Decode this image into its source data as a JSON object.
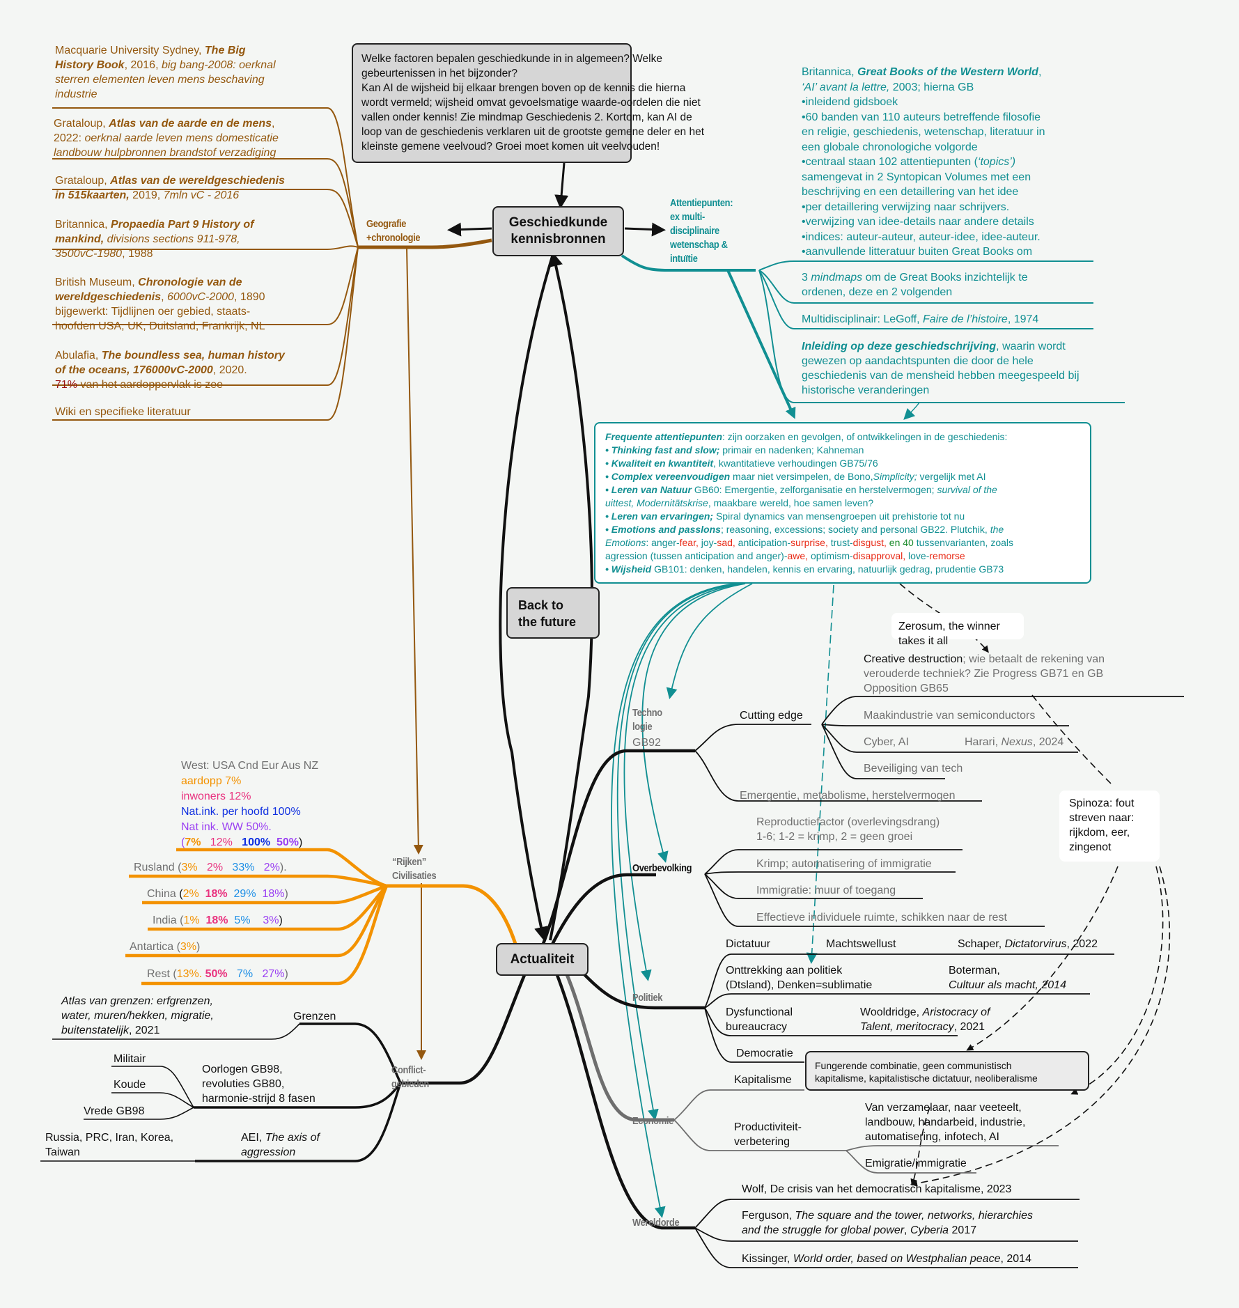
{
  "question_box": {
    "lines": [
      "Welke factoren bepalen geschiedkunde in in algemeen? Welke",
      "gebeurtenissen in het bijzonder?",
      "Kan AI de wijsheid bij elkaar brengen boven op de kennis die hierna",
      "wordt vermeld; wijsheid omvat gevoelsmatige waarde-oordelen die niet",
      "vallen onder kennis! Zie mindmap Geschiedenis 2. Kortom, kan AI de",
      "loop van de geschiedenis verklaren uit de grootste gemene deler en het",
      "kleinste gemene veelvoud? Groei moet komen uit veelvouden!"
    ]
  },
  "central": {
    "main": "Geschiedkunde kennisbronnen",
    "main_line1": "Geschiedkunde",
    "main_line2": "kennisbronnen",
    "back_line1": "Back to",
    "back_line2": "the future",
    "actualiteit": "Actualiteit"
  },
  "geografie": {
    "label_line1": "Geografie",
    "label_line2": "+chronologie",
    "sources": [
      {
        "a": "Macquarie University Sydney, ",
        "b": "The Big",
        "c": "History Book",
        ", ": "",
        "d": ", 2016, ",
        "e": "big bang-2008: oerknal",
        "f": "sterren elementen leven mens beschaving",
        "g": "industrie"
      },
      {
        "a": "Grataloup, ",
        "b": "Atlas van de aarde en de mens",
        "c": ",",
        "d": "2022: ",
        "e": "oerknal aarde leven mens domesticatie",
        "f": "landbouw hulpbronnen brandstof verzadiging"
      },
      {
        "a": "Grataloup, ",
        "b": "Atlas van de wereldgeschiedenis",
        "c": "in 515kaarten,",
        "d": " 2019, ",
        "e": "7mln vC - 2016"
      },
      {
        "a": "Britannica, ",
        "b": "Propaedia Part 9 History of",
        "c": "mankind,",
        "d": " divisions sections 911-978,",
        "e": "3500vC-1980",
        ",": "",
        "f": ",  1988"
      },
      {
        "a": "British Museum, ",
        "b": "Chronologie van de",
        "c": "wereldgeschiedenis",
        ", ": "",
        "d": ", ",
        "e": "6000vC-2000",
        "f": ", 1890",
        "g": "bijgewerkt: Tijdlijnen oer gebied, staats-",
        "h": "hoofden USA, UK, Duitsland, Frankrijk, NL"
      },
      {
        "a": "Abulafia, ",
        "b": "The boundless sea, human history",
        "c": "of the oceans, 176000vC-2000",
        "d": ", 2020.",
        "e": "71%",
        "f": " van het aardoppervlak is zee"
      },
      {
        "a": "Wiki en specifieke literatuur"
      }
    ]
  },
  "attentiepunten": {
    "label_lines": [
      "Attentiepunten:",
      "ex multi-",
      "disciplinaire",
      "wetenschap &",
      "intuïtie"
    ],
    "britannica": {
      "l1a": "Britannica, ",
      "l1b": "Great Books of the Western World",
      ",": ",",
      "l2a": "‘AI’ avant la lettre,",
      "l2b": " 2003; hierna GB",
      "bullets": [
        "•inleidend gidsboek",
        "•60 banden van 110 auteurs betreffende filosofie",
        "en religie, geschiedenis, wetenschap, literatuur in",
        "een globale chronologiche volgorde",
        "•centraal staan 102 attentiepunten (",
        "‘topics’)",
        "samengevat in 2 Syntopican Volumes met  een",
        "beschrijving en een detaillering van het idee",
        "•per detaillering verwijzing naar schrijvers.",
        "•verwijzing van idee-details naar andere details",
        "•indices: auteur-auteur, auteur-idee, idee-auteur.",
        "•aanvullende litteratuur buiten Great Books om"
      ]
    },
    "mindmaps": {
      "a": "3 ",
      "b": "mindmaps",
      "c": " om de Great Books inzichtelijk te",
      "d": "ordenen, deze en 2 volgenden"
    },
    "multi": {
      "a": "Multidisciplinair: LeGoff, ",
      "b": "Faire de l’histoire",
      "c": ", 1974"
    },
    "inleiding": {
      "a": "Inleiding op deze geschiedschrijving",
      "b": ", waarin wordt",
      "c": "gewezen op aandachtspunten die door de hele",
      "d": "geschiedenis van de mensheid hebben meegespeeld bij",
      "e": "historische veranderingen"
    }
  },
  "frequent_box": {
    "head_b": "Frequente attentiepunten",
    "head_r": ": zijn oorzaken en gevolgen, of ontwikkelingen in de geschiedenis:",
    "i1b": "• Thinking fast and slow;",
    "i1r": " primair en nadenken; Kahneman",
    "i2b": "• Kwaliteit en kwantiteit",
    "i2r": ", kwantitatieve verhoudingen GB75/76",
    "i3b": "• Complex vereenvoudigen",
    "i3r": " maar niet versimpelen, de Bono,",
    "i3i": "Simplicity;",
    "i3s": " vergelijk met AI",
    "i4b": "• Leren van Natuur",
    "i4r": " GB60: Emergentie, zelforganisatie en herstelvermogen; ",
    "i4i": "survival of the",
    "i4c1": "uittest, Modernitätskrise",
    "i4c2": ", maakbare wereld, hoe samen leven?",
    "i5b": "• Leren van ervaringen;",
    "i5r": " Spiral dynamics van mensengroepen uit prehistorie tot nu",
    "i6b": "• Emotions and  passlons",
    "i6r": "; reasoning, excessions; society and personal GB22. Plutchik, ",
    "i6i": "the",
    "e_i": "Emotions",
    "e1": ": anger-",
    "e2": "fear,",
    "e3": " joy-",
    "e4": "sad,",
    "e5": " anticipation-",
    "e6": "surprise,",
    "e7": " trust-",
    "e8": "disgust,",
    "e9": " en 40",
    "e10": " tussenvarianten, zoals",
    "f1": "agression (tussen anticipation and anger)-",
    "f2": "awe,",
    "f3": " optimism-",
    "f4": "disapproval,",
    "f5": " love-",
    "f6": "remorse",
    "i7b": "• Wijsheid",
    "i7r": " GB101: denken, handelen, kennis en ervaring, natuurlijk gedrag, prudentie GB73"
  },
  "callouts": {
    "zerosum": "Zerosum, the winner takes it all",
    "spinoza": [
      "Spinoza: fout",
      "streven naar:",
      "rijkdom, eer,",
      "zingenot"
    ],
    "fungerende": [
      "Fungerende combinatie, geen communistisch",
      "kapitalisme, kapitalistische dictatuur, neoliberalisme"
    ]
  },
  "technologie": {
    "label": [
      "Techno",
      "logie"
    ],
    "label_sub": "GB92",
    "cutting_edge": "Cutting edge",
    "creative_a": "Creative destruction",
    "creative_b": "; wie betaalt de rekening van",
    "creative_c": "verouderde techniek? Zie Progress GB71 en GB",
    "creative_d": "Opposition GB65",
    "items": [
      "Maakindustrie van semiconductors",
      "Cyber, AI",
      "Beveiliging van tech"
    ],
    "harari_a": "Harari, ",
    "harari_b": "Nexus",
    "harari_c": ", 2024",
    "emergentie": "Emergentie, metabolisme, herstelvermogen"
  },
  "overbevolking": {
    "label": "Overbevolking",
    "items": [
      "Reproductiefactor (overlevingsdrang)",
      "1-6; 1-2 = krimp, 2 = geen groei",
      "Krimp; automatisering of immigratie",
      "Immigratie: muur of toegang",
      "Effectieve individuele ruimte, schikken naar de rest"
    ]
  },
  "politiek": {
    "label": "Politiek",
    "dictatuur": "Dictatuur",
    "machtswellust": "Machtswellust",
    "schaper_a": "Schaper, ",
    "schaper_b": "Dictatorvirus",
    ", 2022": "",
    "schaper_c": ", 2022",
    "onttrekking": [
      "Onttrekking aan politiek",
      "(Dtsland), Denken=sublimatie"
    ],
    "boterman": [
      "Boterman,",
      "Cultuur als macht, 2014"
    ],
    "dysfunctional": [
      "Dysfunctional",
      "bureaucracy"
    ],
    "wooldridge_a": "Wooldridge, ",
    "wooldridge_b": "Aristocracy of",
    "wooldridge_c": "Talent, meritocracy",
    "wooldridge_d": ", 2021",
    "democratie": "Democratie"
  },
  "economie": {
    "label": "Economie",
    "kapitalisme": "Kapitalisme",
    "productiviteit": [
      "Productiviteit-",
      "verbetering"
    ],
    "verzamelaar": [
      "Van verzamelaar, naar veeteelt,",
      "landbouw, handarbeid, industrie,",
      "automatisering, infotech, AI"
    ],
    "emigratie": "Emigratie/immigratie"
  },
  "wereldorde": {
    "label": "Wereldorde",
    "wolf": "Wolf, De crisis van het democratisch kapitalisme, 2023",
    "ferguson_a": "Ferguson, ",
    "ferguson_b": "The square and the tower, networks, hierarchies",
    "ferguson_c": "and the struggle for global power",
    "ferguson_d": ", ",
    "ferguson_e": "Cyberia",
    "ferguson_f": " 2017",
    "kissinger_a": "Kissinger, ",
    "kissinger_b": "World order, based on Westphalian peace",
    "kissinger_c": ", 2014"
  },
  "rijken": {
    "label": [
      "“Rijken”",
      "Civilisaties"
    ],
    "west_lines": [
      "West: USA Cnd Eur Aus NZ",
      "aardopp 7%",
      "inwoners 12%",
      "Nat.ink. per hoofd 100%",
      "Nat ink. WW 50%."
    ],
    "legend_order": [
      "aardopp",
      "inwoners",
      "Nat.ink. per hoofd",
      "Nat ink. WW"
    ],
    "rows": [
      {
        "name": "West",
        "vals": [
          "7%",
          "12%",
          "100%",
          "50%"
        ],
        "tail": ")"
      },
      {
        "name": "Rusland",
        "vals": [
          "3%",
          "2%",
          "33%",
          "2%"
        ],
        "tail": ")."
      },
      {
        "name": "China",
        "vals": [
          "2%",
          "18%",
          "29%",
          "18%"
        ],
        "tail": ")"
      },
      {
        "name": "India",
        "vals": [
          "1%",
          "18%",
          "5%",
          "3%"
        ],
        "tail": ")"
      },
      {
        "name": "Antartica",
        "vals": [
          "3%"
        ],
        "tail": ")"
      },
      {
        "name": "Rest",
        "vals": [
          "13%.",
          "50%",
          "7%",
          "27%"
        ],
        "tail": ")"
      }
    ]
  },
  "conflict": {
    "label": [
      "Conflict-",
      "gebieden"
    ],
    "grenzen": "Grenzen",
    "atlas": [
      "Atlas van grenzen: erfgrenzen,",
      "water, muren/hekken, migratie,",
      "buitenstatelijk"
    ],
    "atlas_year": ", 2021",
    "oorlogen": [
      "Oorlogen GB98,",
      "revoluties GB80,",
      "harmonie-strijd 8 fasen"
    ],
    "militair": "Militair",
    "koude": "Koude",
    "vrede": "Vrede GB98",
    "aei_a": "AEI, ",
    "aei_b": "The axis of",
    "aei_c": "aggression",
    "russia": [
      "Russia, PRC, Iran, Korea,",
      "Taiwan"
    ]
  },
  "colors": {
    "brown": "#94580f",
    "teal": "#118f92",
    "orange": "#f39200",
    "node_fill": "#d6d6d6",
    "background": "#f4f6f4"
  }
}
